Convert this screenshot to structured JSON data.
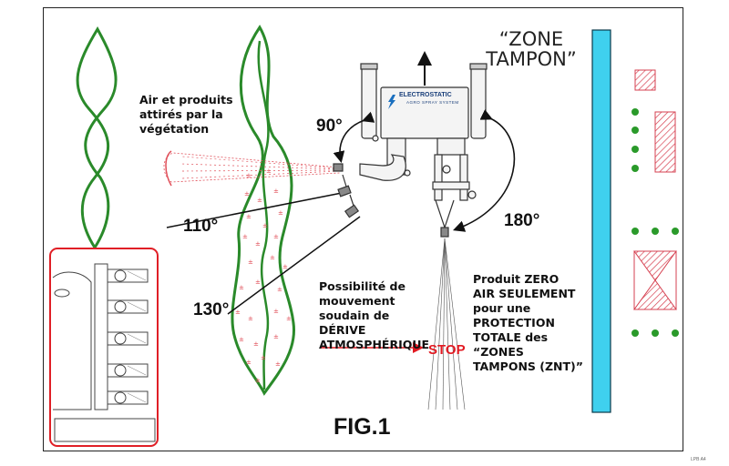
{
  "labels": {
    "zone_tampon": "“ZONE TAMPON”",
    "air_et_produits": "Air et produits attirés par la végétation",
    "deg_90": "90°",
    "deg_110": "110°",
    "deg_130": "130°",
    "deg_180": "180°",
    "possibilite": "Possibilité de mouvement soudain de DÉRIVE ATMOSPHÉRIQUE",
    "stop": "STOP",
    "produit_zero": "Produit ZERO AIR SEULEMENT pour une PROTECTION TOTALE des “ZONES TAMPONS (ZNT)”",
    "fig": "FIG.1",
    "ref_code": "LPB A4"
  },
  "logo": {
    "brand": "ELECTROSTATIC",
    "tagline": "AGRO SPRAY SYSTEM"
  },
  "colors": {
    "plant_green": "#2a8a2a",
    "charge_red": "#e0505a",
    "buffer_blue": "#3fd0ee",
    "stop_red": "#e21a22",
    "inset_border": "#e01f26",
    "hatch_red": "#d64050"
  },
  "icons": [
    "leaf-shape",
    "sprayer-nozzle",
    "curved-arrow",
    "up-arrow",
    "red-arrow",
    "hatched-block",
    "dot"
  ]
}
